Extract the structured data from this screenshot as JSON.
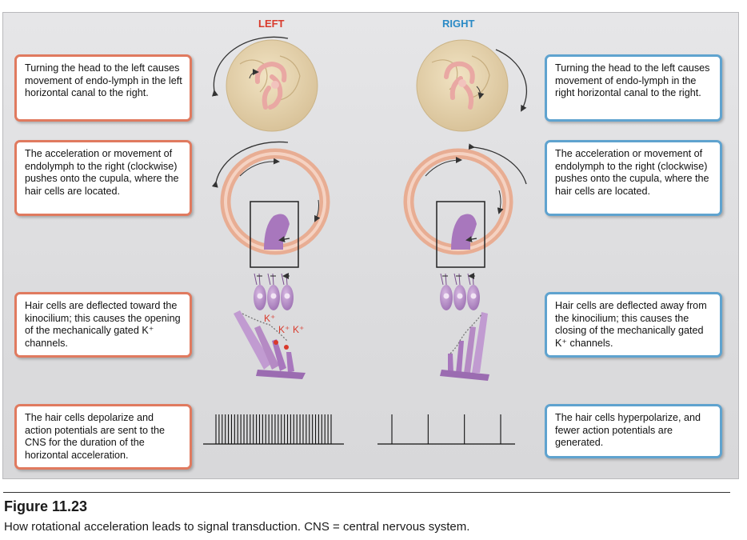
{
  "labels": {
    "left": "LEFT",
    "right": "RIGHT",
    "k_left": "K⁺",
    "k_mid": "K⁺",
    "k_right": "K⁺"
  },
  "left_boxes": [
    "Turning the head to the left causes movement of endo-lymph in the left horizontal canal to the right.",
    "The acceleration or movement of endolymph to the right (clockwise) pushes onto the cupula, where the hair cells are located.",
    "Hair cells are deflected toward the kinocilium; this causes the opening of the mechanically gated K⁺ channels.",
    "The hair cells depolarize and action potentials are sent to the CNS for the duration of the horizontal acceleration."
  ],
  "right_boxes": [
    "Turning the head to the left causes movement of endo-lymph in the right horizontal canal to the right.",
    "The acceleration or movement of endolymph to the right (clockwise) pushes onto the cupula, where the hair cells are located.",
    "Hair cells are deflected away from the kinocilium; this causes the closing of the mechanically gated K⁺ channels.",
    "The hair cells hyperpolarize, and fewer action potentials are generated."
  ],
  "figure": {
    "number": "Figure 11.23",
    "caption": "How rotational acceleration leads to signal transduction. CNS = central nervous system."
  },
  "colors": {
    "left_accent": "#e07a5f",
    "right_accent": "#5fa3cf",
    "left_label": "#d93a2c",
    "right_label": "#2a8ac6",
    "hair_cell": "#b58ac4",
    "canal": "#e8ad93"
  },
  "spike_trains": {
    "left_count": 38,
    "right_count": 4
  }
}
